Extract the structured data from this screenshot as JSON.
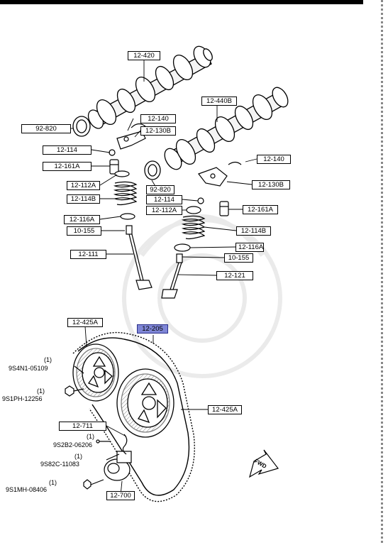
{
  "labels": {
    "camshaft_in": "12-420",
    "camshaft_ex": "12-440B",
    "seal_left": "92-820",
    "seal_right": "92-820",
    "lash_top": "12-140",
    "lash_right": "12-140",
    "rocker_top": "12-130B",
    "rocker_right": "12-130B",
    "adj_left": "12-114",
    "adj_right": "12-114",
    "lifter_left": "12-161A",
    "lifter_right": "12-161A",
    "seat_left": "12-112A",
    "seat_right": "12-112A",
    "spring_left": "12-114B",
    "spring_right": "12-114B",
    "retainer_left": "12-116A",
    "retainer_right": "12-116A",
    "guide_left": "10-155",
    "guide_right": "10-155",
    "valve_in": "12-111",
    "valve_ex": "12-121",
    "sprocket_left": "12-425A",
    "timing_belt": "12-205",
    "sprocket_right": "12-425A",
    "tensioner_spring": "12-711",
    "tensioner": "12-700"
  },
  "fasteners": {
    "f1_qty": "(1)",
    "f1_pn": "9S4N1-05109",
    "f2_qty": "(1)",
    "f2_pn": "9S1PH-12256",
    "f3_qty": "(1)",
    "f3_pn": "9S2B2-06206",
    "f4_qty": "(1)",
    "f4_pn": "9S82C-11083",
    "f5_qty": "(1)",
    "f5_pn": "9S1MH-08406"
  },
  "fwd_arrow": "FWD",
  "colors": {
    "highlight": "#7f86d6",
    "line": "#000000"
  }
}
